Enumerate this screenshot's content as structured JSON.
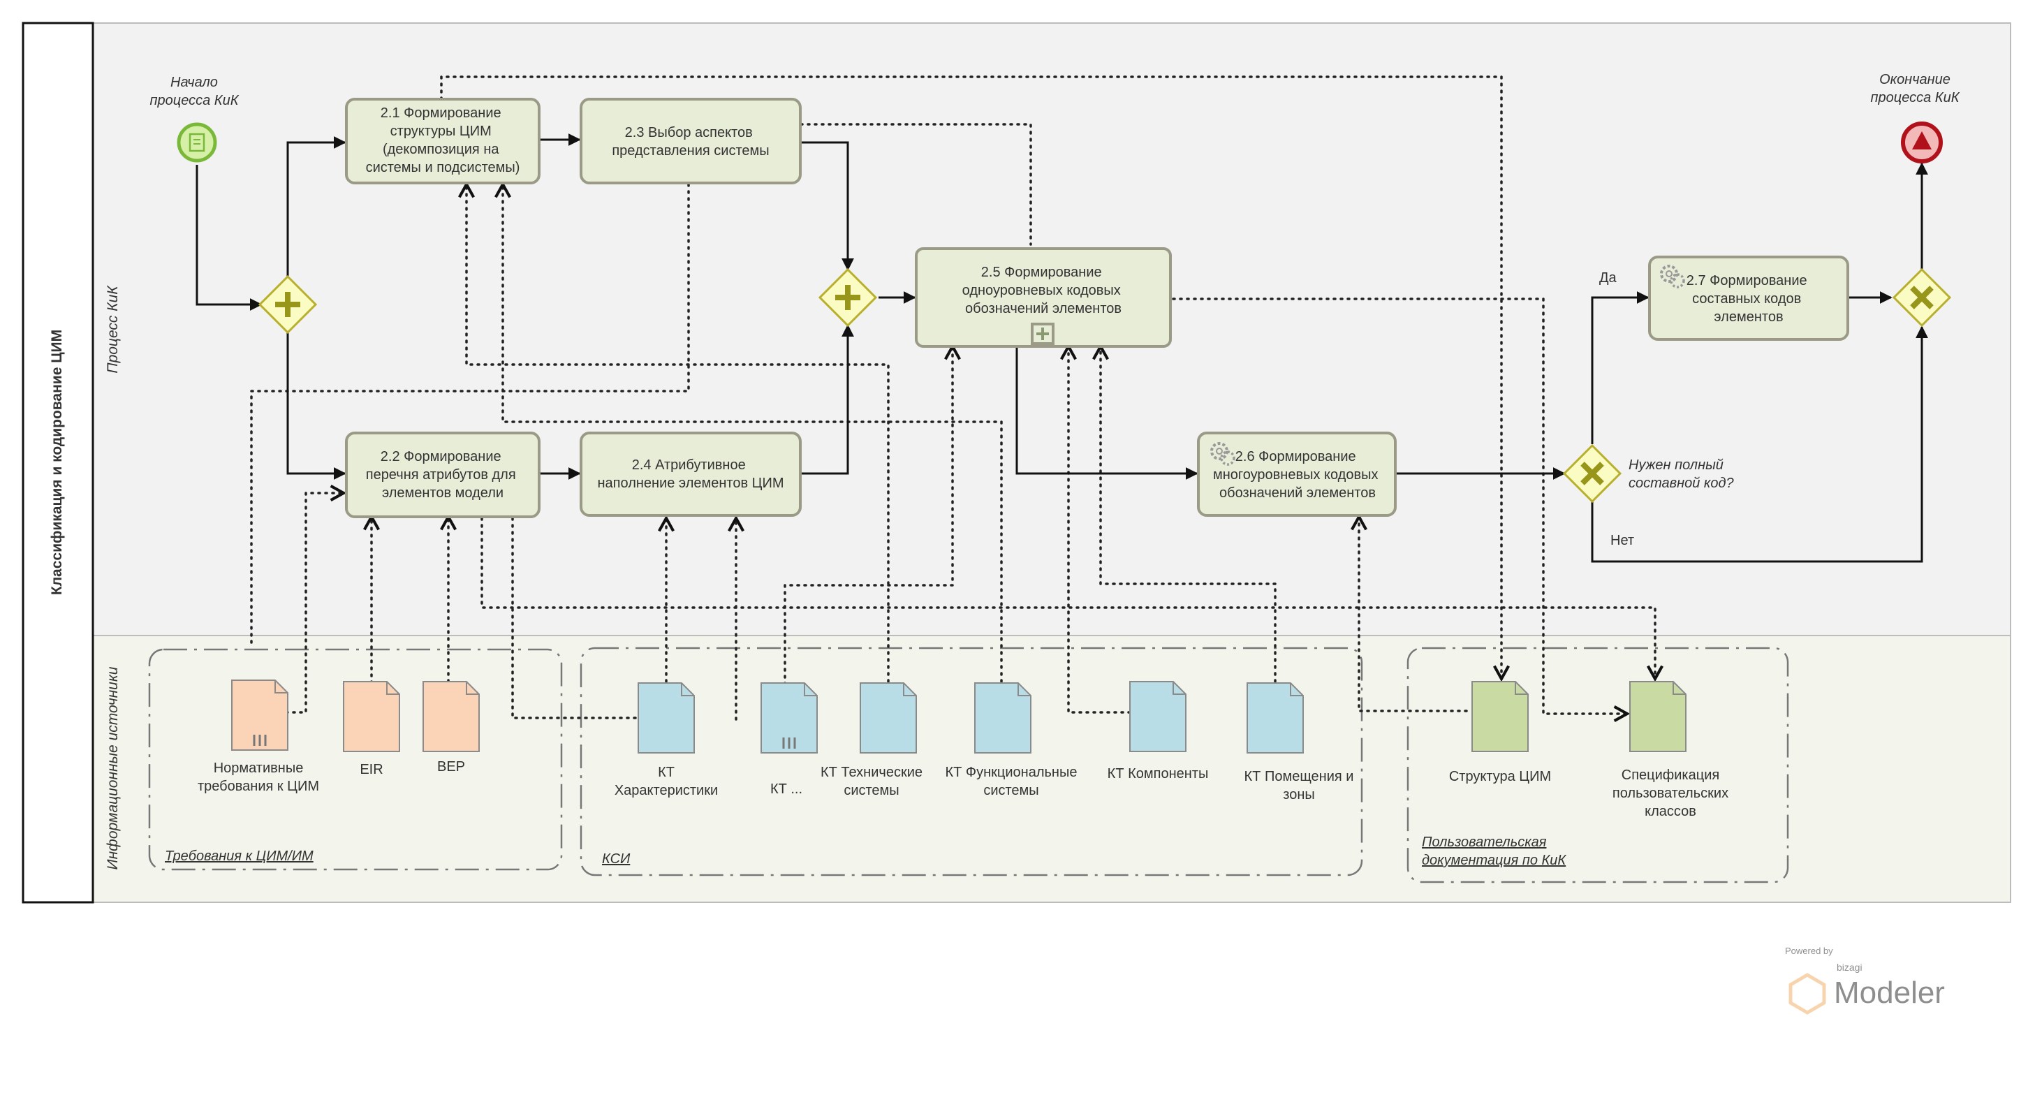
{
  "pool": {
    "title": "Классификация и кодирование ЦИМ",
    "lanes": [
      "Процесс КиК",
      "Информационные источники"
    ]
  },
  "events": {
    "start": {
      "line1": "Начало",
      "line2": "процесса КиК"
    },
    "end": {
      "line1": "Окончание",
      "line2": "процесса КиК"
    }
  },
  "tasks": [
    {
      "id": "2.1",
      "lines": [
        "2.1 Формирование",
        "структуры ЦИМ",
        "(декомпозиция на",
        "системы и подсистемы)"
      ]
    },
    {
      "id": "2.2",
      "lines": [
        "2.2 Формирование",
        "перечня атрибутов для",
        "элементов модели"
      ]
    },
    {
      "id": "2.3",
      "lines": [
        "2.3 Выбор аспектов",
        "представления системы"
      ]
    },
    {
      "id": "2.4",
      "lines": [
        "2.4 Атрибутивное",
        "наполнение элементов ЦИМ"
      ]
    },
    {
      "id": "2.5",
      "lines": [
        "2.5 Формирование",
        "одноуровневых кодовых",
        "обозначений элементов"
      ]
    },
    {
      "id": "2.6",
      "lines": [
        "2.6 Формирование",
        "многоуровневых кодовых",
        "обозначений элементов"
      ]
    },
    {
      "id": "2.7",
      "lines": [
        "2.7 Формирование",
        "составных кодов",
        "элементов"
      ]
    }
  ],
  "gateway_labels": {
    "question": [
      "Нужен полный",
      "составной код?"
    ],
    "yes": "Да",
    "no": "Нет"
  },
  "groups": [
    {
      "label": "Требования к ЦИМ/ИМ"
    },
    {
      "label": "КСИ"
    },
    {
      "label": "Пользовательская",
      "label2": "документация по КиК"
    }
  ],
  "artifacts": [
    {
      "lines": [
        "Нормативные",
        "требования к ЦИМ"
      ],
      "color": "#fbd3b6"
    },
    {
      "lines": [
        "EIR"
      ],
      "color": "#fbd3b6"
    },
    {
      "lines": [
        "BEP"
      ],
      "color": "#fbd3b6"
    },
    {
      "lines": [
        "КТ",
        "Характеристики"
      ],
      "color": "#b9dde6"
    },
    {
      "lines": [
        "КТ ..."
      ],
      "color": "#b9dde6"
    },
    {
      "lines": [
        "КТ Технические",
        "системы"
      ],
      "color": "#b9dde6"
    },
    {
      "lines": [
        "КТ Функциональные",
        "системы"
      ],
      "color": "#b9dde6"
    },
    {
      "lines": [
        "КТ Компоненты"
      ],
      "color": "#b9dde6"
    },
    {
      "lines": [
        "КТ Помещения и",
        "зоны"
      ],
      "color": "#b9dde6"
    },
    {
      "lines": [
        "Структура ЦИМ"
      ],
      "color": "#c9dba3"
    },
    {
      "lines": [
        "Спецификация",
        "пользовательских",
        "классов"
      ],
      "color": "#c9dba3"
    }
  ],
  "branding": {
    "powered_by": "Powered by",
    "brand_small": "bizagi",
    "brand_big": "Modeler"
  }
}
